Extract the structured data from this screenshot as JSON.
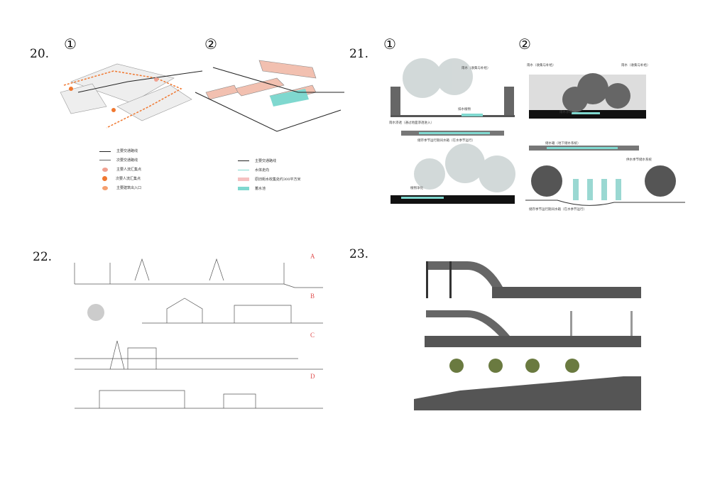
{
  "figures": {
    "f20": {
      "number": "20.",
      "views": [
        "①",
        "②"
      ],
      "legend_left": [
        "主要交通路线",
        "次要交通路线",
        "主要人流汇集点",
        "次要人流汇集点",
        "主要建筑出入口"
      ],
      "legend_right": [
        "主要交通路线",
        "水体走向",
        "原旧街水收集处约300平方米",
        "蓄水池"
      ]
    },
    "f21": {
      "number": "21.",
      "views": [
        "①",
        "②"
      ],
      "labels": [
        "雨水（收集与补给）",
        "排水植物",
        "雨水渗透（通过地面渗透进入）",
        "储存季节运行期间水箱（在水季节运行）",
        "植物净化",
        "雨水（收集与补给）",
        "雨水（收集与补给）",
        "雨水渗透",
        "储水箱（地下储水系统）",
        "供水季节储水系统",
        "储存季节运行期间水箱（在水季节运行）"
      ]
    },
    "f22": {
      "number": "22.",
      "sections": [
        "A",
        "B",
        "C",
        "D"
      ]
    },
    "f23": {
      "number": "23."
    }
  },
  "colors": {
    "accent_red": "#e05050",
    "water": "#7fd8cf",
    "salmon": "#f0a090",
    "orange": "#f07830"
  }
}
